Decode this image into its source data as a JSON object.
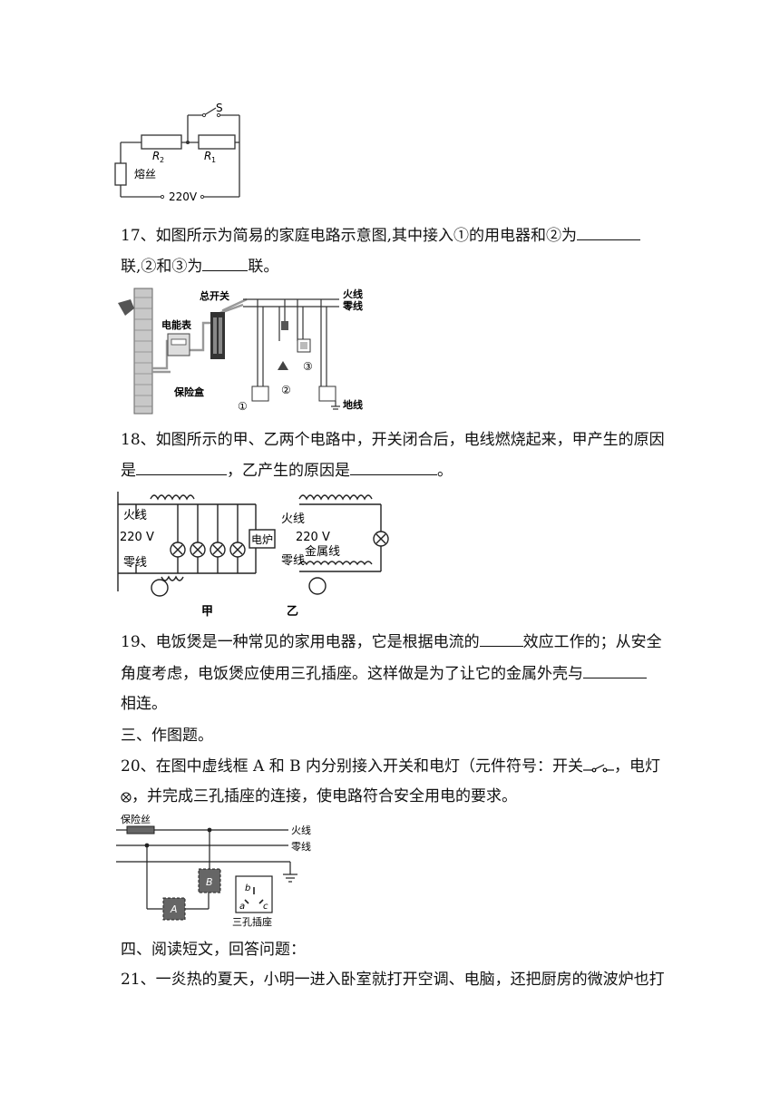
{
  "fig16": {
    "switch_label": "S",
    "r2_label": "R",
    "r2_sub": "2",
    "r1_label": "R",
    "r1_sub": "1",
    "fuse_label": "熔丝",
    "voltage_label": "220V"
  },
  "q17": {
    "line1_before": "17、如图所示为简易的家庭电路示意图,其中接入①的用电器和②为",
    "line2_start": "联,②和③为",
    "line2_end": "联。"
  },
  "fig17": {
    "main_switch": "总开关",
    "live_wire": "火线",
    "neutral_wire": "零线",
    "meter": "电能表",
    "fuse_box": "保险盒",
    "ground_wire": "地线",
    "mark1": "①",
    "mark2": "②",
    "mark3": "③"
  },
  "q18": {
    "line1": "18、如图所示的甲、乙两个电路中，开关闭合后，电线燃烧起来，甲产生的原因",
    "line2_start": "是",
    "line2_mid": "，乙产生的原因是",
    "line2_end": "。"
  },
  "fig18": {
    "live_a": "火线",
    "voltage_a": "220 V",
    "neutral_a": "零线",
    "stove": "电炉",
    "label_a": "甲",
    "live_b": "火线",
    "voltage_b": "220 V",
    "metal_wire": "金属线",
    "neutral_b": "零线",
    "label_b": "乙"
  },
  "q19": {
    "line1_start": "19、电饭煲是一种常见的家用电器，它是根据电流的",
    "line1_end": "效应工作的；从安全",
    "line2_start": "角度考虑，电饭煲应使用三孔插座。这样做是为了让它的金属外壳与",
    "line3": "相连。"
  },
  "section3": "三、作图题。",
  "q20": {
    "line1_start": "20、在图中虚线框 A 和 B 内分别接入开关和电灯（元件符号：开关",
    "line1_end": "，电灯",
    "line2": "，并完成三孔插座的连接，使电路符合安全用电的要求。"
  },
  "fig20": {
    "fuse": "保险丝",
    "live": "火线",
    "neutral": "零线",
    "box_a": "A",
    "box_b": "B",
    "socket_b": "b",
    "socket_a": "a",
    "socket_c": "c",
    "socket_label": "三孔插座"
  },
  "section4": "四、阅读短文，回答问题：",
  "q21": {
    "line1": "21、一炎热的夏天，小明一进入卧室就打开空调、电脑，还把厨房的微波炉也打"
  }
}
